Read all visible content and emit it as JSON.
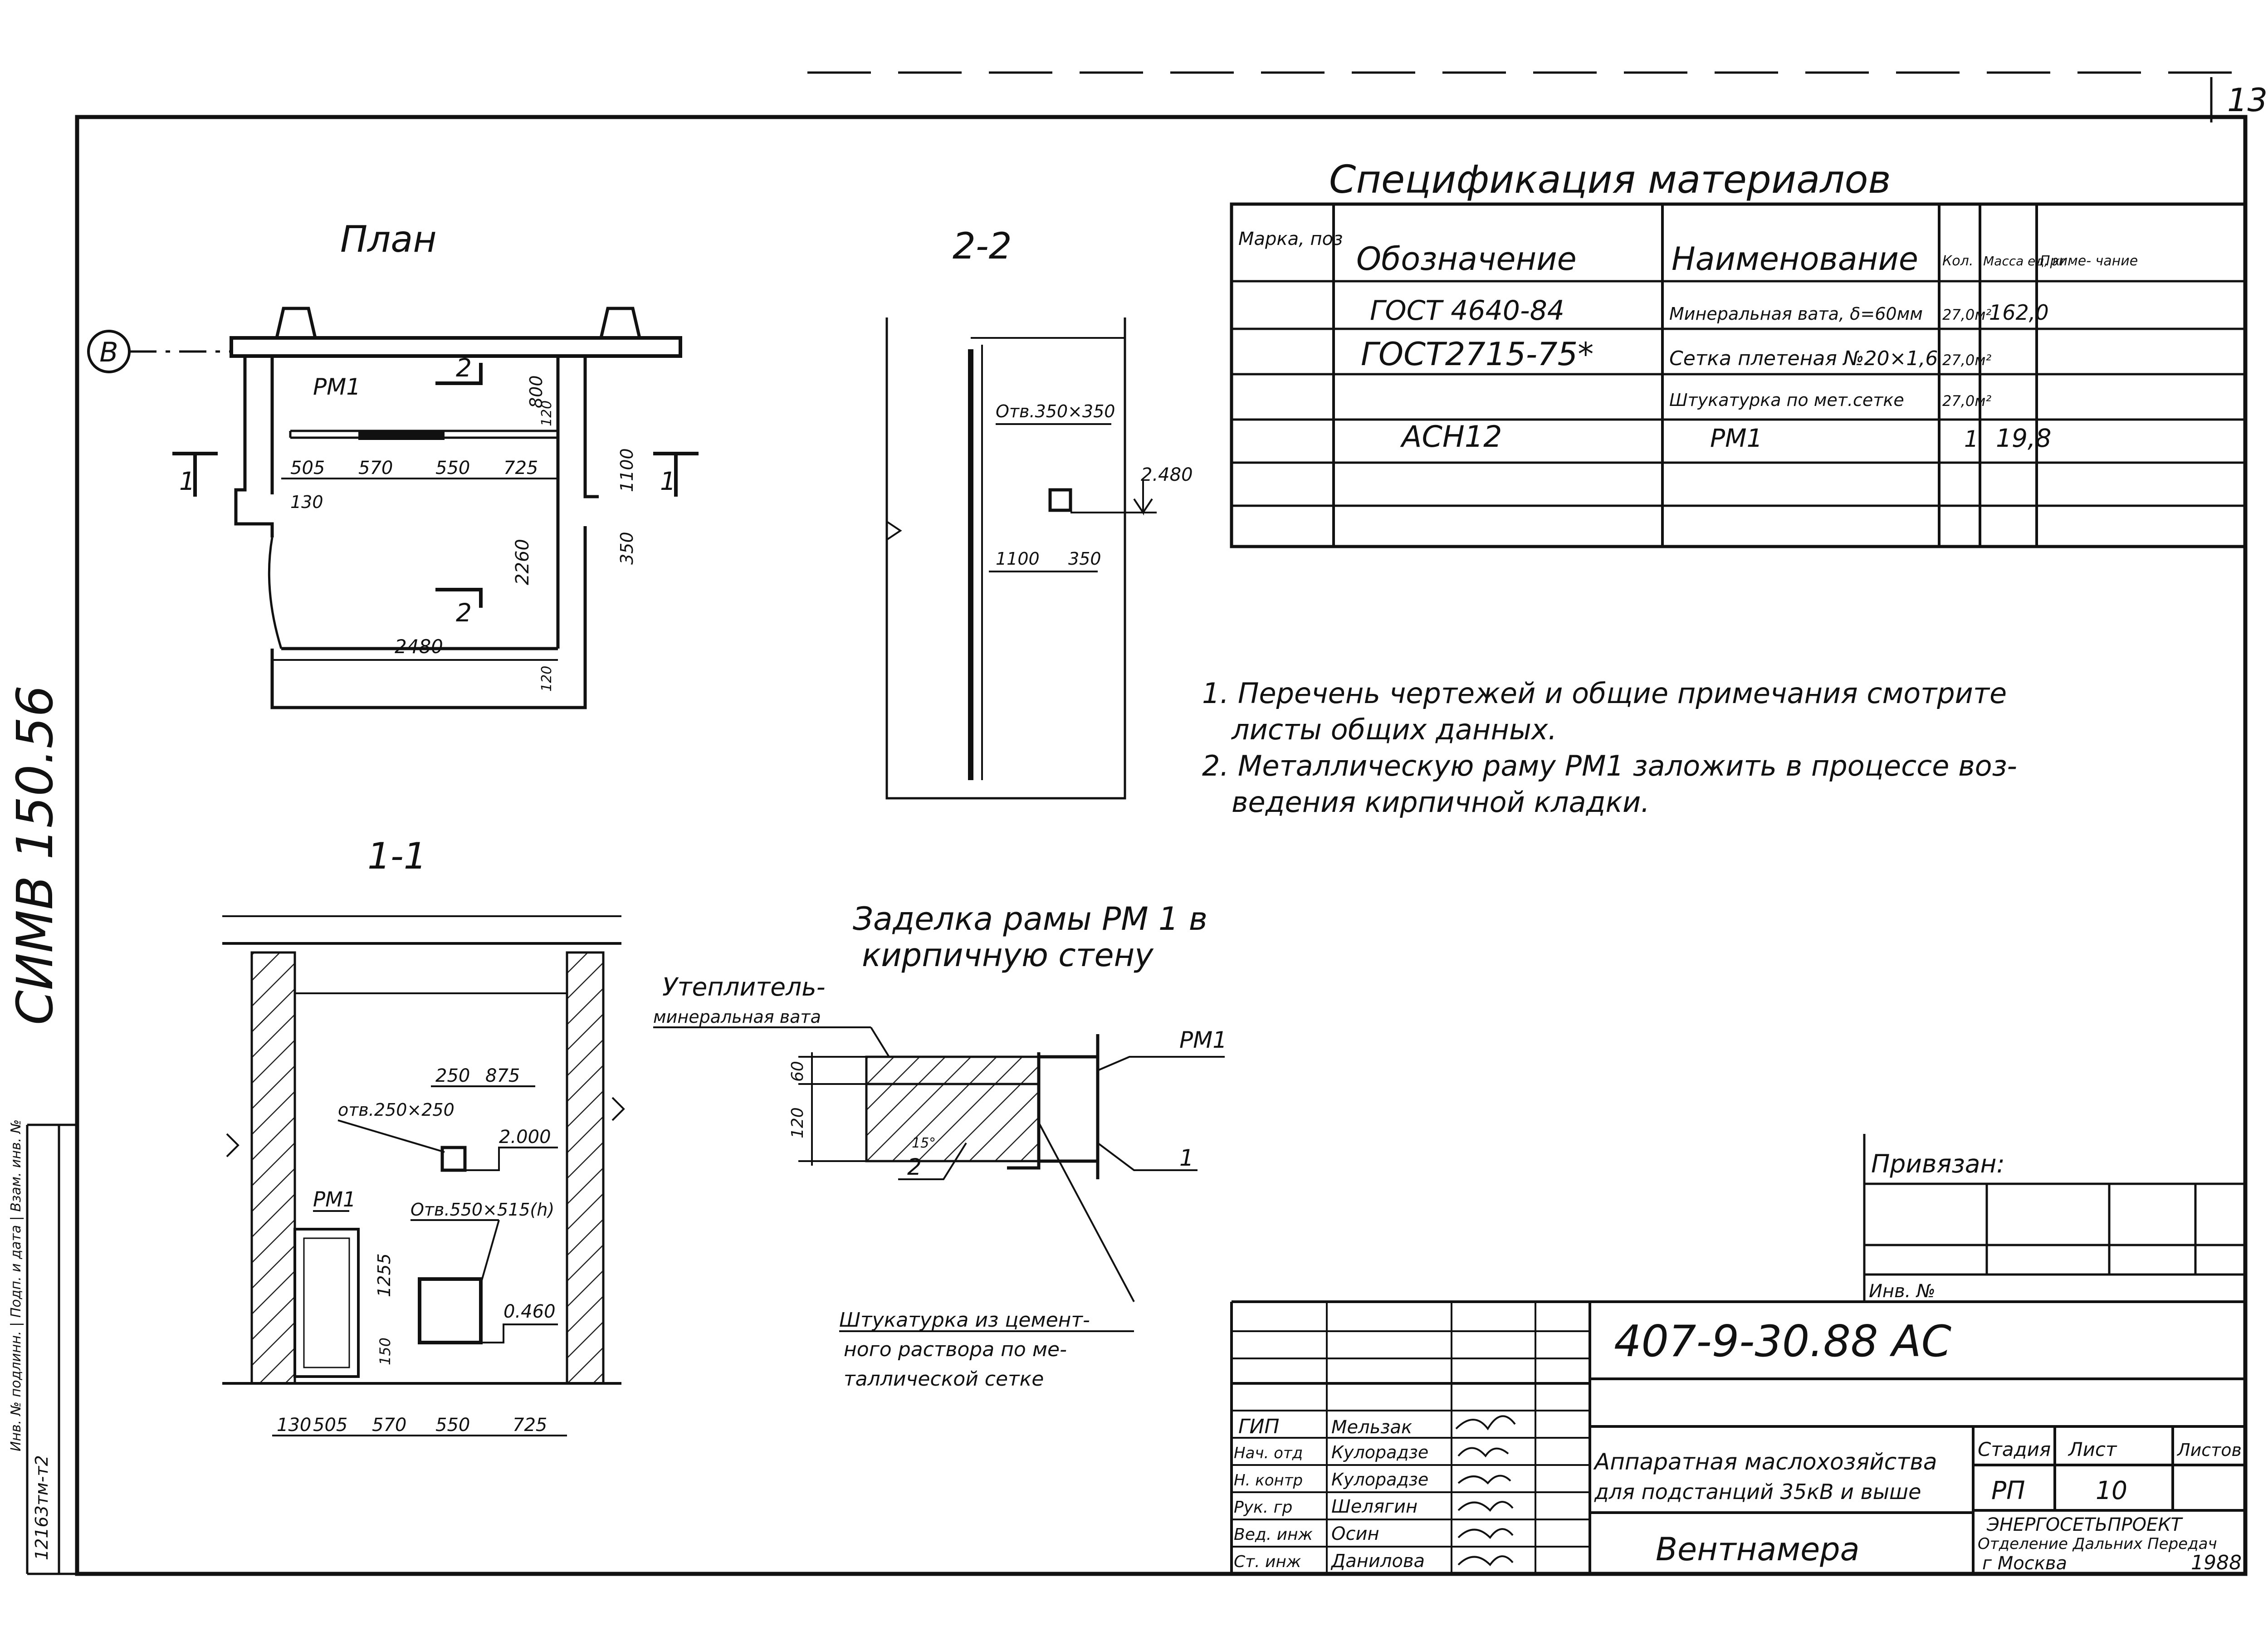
{
  "sheet": {
    "page_number": "13",
    "archive_stamp": "СИМВ 150.56",
    "left_strip": {
      "title": "Инв. № подлинн. | Подп. и дата | Взам. инв. №",
      "code": "12163тм-т2"
    }
  },
  "plan": {
    "title": "План",
    "axis_label": "В",
    "frame_label": "РМ1",
    "section_mark_22": "2",
    "section_mark_11": "1",
    "dims": {
      "d505": "505",
      "d570": "570",
      "d550": "550",
      "d725": "725",
      "d130": "130",
      "d800": "800",
      "d120": "120",
      "d1100": "1100",
      "d350": "350",
      "d2260": "2260",
      "d2480": "2480",
      "d120b": "120"
    }
  },
  "section22": {
    "title": "2-2",
    "opening": "Отв.350×350",
    "elev": "2.480",
    "d1100": "1100",
    "d350": "350"
  },
  "section11": {
    "title": "1-1",
    "opening1": "отв.250×250",
    "d250": "250",
    "d875": "875",
    "elev1": "2.000",
    "frame_label": "РМ1",
    "opening2": "Отв.550×515(h)",
    "elev2": "0.460",
    "d1255": "1255",
    "d150": "150",
    "bottom_dims": [
      "130",
      "505",
      "570",
      "550",
      "725"
    ]
  },
  "detail": {
    "title_line1": "Заделка рамы РМ 1 в",
    "title_line2": "кирпичную стену",
    "insulation_line1": "Утеплитель-",
    "insulation_line2": "минеральная вата",
    "frame_label": "РМ1",
    "d60": "60",
    "d120": "120",
    "angle": "15°",
    "mark1": "1",
    "mark2": "2",
    "plaster_line1": "Штукатурка из цемент-",
    "plaster_line2": "ного раствора по ме-",
    "plaster_line3": "таллической сетке"
  },
  "spec": {
    "title": "Спецификация материалов",
    "headers": {
      "mark": "Марка, поз",
      "designation": "Обозначение",
      "name": "Наименование",
      "qty": "Кол.",
      "mass": "Масса ед, кг",
      "note": "Приме- чание"
    },
    "rows": [
      {
        "mark": "",
        "designation": "ГОСТ 4640-84",
        "name": "Минеральная вата, δ=60мм",
        "qty": "27,0м²",
        "mass": "162,0",
        "note": ""
      },
      {
        "mark": "",
        "designation": "ГОСТ2715-75*",
        "name": "Сетка плетеная №20×1,6",
        "qty": "27,0м²",
        "mass": "",
        "note": ""
      },
      {
        "mark": "",
        "designation": "",
        "name": "Штукатурка по мет.сетке",
        "qty": "27,0м²",
        "mass": "",
        "note": ""
      },
      {
        "mark": "",
        "designation": "АСН12",
        "name": "РМ1",
        "qty": "1",
        "mass": "19,8",
        "note": ""
      }
    ]
  },
  "notes": [
    "1. Перечень чертежей и общие примечания смотрите",
    "листы общих данных.",
    "2. Металлическую раму РМ1 заложить в процессе воз-",
    "ведения кирпичной кладки."
  ],
  "binding": {
    "title": "Привязан:",
    "inv_label": "Инв. №"
  },
  "title_block": {
    "doc_code": "407-9-30.88 АС",
    "object_line1": "Аппаратная маслохозяйства",
    "object_line2": "для подстанций 35кВ и выше",
    "sheet_name": "Вентнамера",
    "stage_header": "Стадия",
    "sheet_header": "Лист",
    "sheets_header": "Листов",
    "stage": "РП",
    "sheet": "10",
    "org_line1": "ЭНЕРГОСЕТЬПРОЕКТ",
    "org_line2": "Отделение Дальних Передач",
    "org_city": "г Москва",
    "year": "1988",
    "staff": [
      {
        "role": "ГИП",
        "name": "Мельзак"
      },
      {
        "role": "Нач. отд",
        "name": "Кулорадзе"
      },
      {
        "role": "Н. контр",
        "name": "Кулорадзе"
      },
      {
        "role": "Рук. гр",
        "name": "Шелягин"
      },
      {
        "role": "Вед. инж",
        "name": "Осин"
      },
      {
        "role": "Ст. инж",
        "name": "Данилова"
      }
    ]
  }
}
